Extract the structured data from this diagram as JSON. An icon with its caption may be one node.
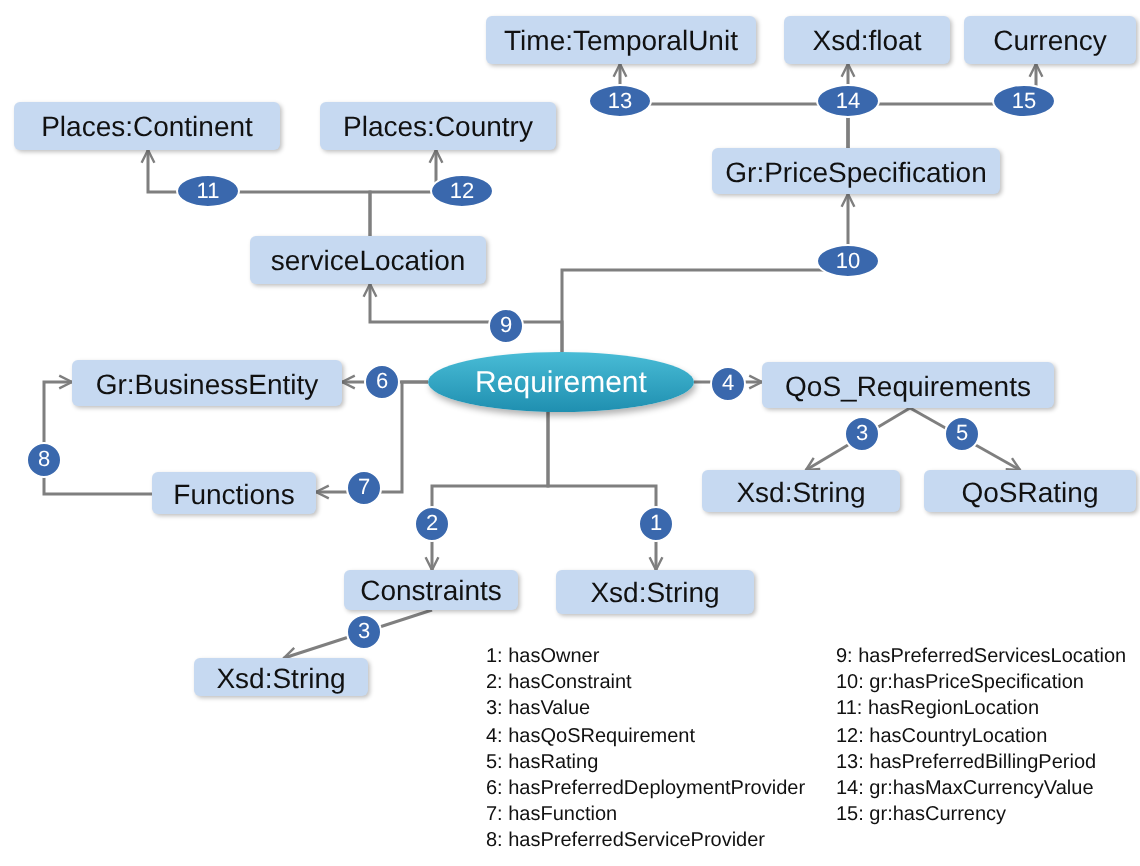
{
  "diagram": {
    "nodes": [
      {
        "text": [
          "Time:TemporalUnit"
        ]
      },
      {
        "text": [
          "Xsd:float"
        ]
      },
      {
        "text": [
          "Currency"
        ]
      },
      {
        "text": [
          "Places:Continent"
        ]
      },
      {
        "text": [
          "Places:Country"
        ]
      },
      {
        "text": [
          "Gr:PriceSpecification"
        ]
      },
      {
        "text": [
          "serviceLocation"
        ]
      },
      {
        "text": [
          "Requirement"
        ]
      },
      {
        "text": [
          "Gr:BusinessEntity"
        ]
      },
      {
        "text": [
          "QoS_Requirements"
        ]
      },
      {
        "text": [
          "Functions"
        ]
      },
      {
        "text": [
          "Xsd:String"
        ]
      },
      {
        "text": [
          "QoSRating"
        ]
      },
      {
        "text": [
          "Constraints"
        ]
      },
      {
        "text": [
          "Xsd:String"
        ]
      },
      {
        "text": [
          "Xsd:String"
        ]
      }
    ],
    "edges": [
      {
        "from": 7,
        "to": 14,
        "arrow": "to",
        "label": "1"
      },
      {
        "from": 7,
        "to": 13,
        "arrow": "to",
        "label": "2"
      },
      {
        "from": 13,
        "to": 15,
        "arrow": "to",
        "label": "3"
      },
      {
        "from": 7,
        "to": 9,
        "arrow": "to",
        "label": "4"
      },
      {
        "from": 9,
        "to": 12,
        "arrow": "to",
        "label": "5"
      },
      {
        "from": 9,
        "to": 11,
        "arrow": "to",
        "label": "3"
      },
      {
        "from": 7,
        "to": 8,
        "arrow": "to",
        "label": "6"
      },
      {
        "from": 7,
        "to": 10,
        "arrow": "to",
        "label": "7"
      },
      {
        "from": 10,
        "to": 8,
        "arrow": "to",
        "label": "8"
      },
      {
        "from": 7,
        "to": 6,
        "arrow": "to",
        "label": "9"
      },
      {
        "from": 7,
        "to": 5,
        "arrow": "to",
        "label": "10"
      },
      {
        "from": 6,
        "to": 3,
        "arrow": "to",
        "label": "11"
      },
      {
        "from": 6,
        "to": 4,
        "arrow": "to",
        "label": "12"
      },
      {
        "from": 5,
        "to": 0,
        "arrow": "to",
        "label": "13"
      },
      {
        "from": 5,
        "to": 1,
        "arrow": "to",
        "label": "14"
      },
      {
        "from": 5,
        "to": 2,
        "arrow": "to",
        "label": "15"
      }
    ],
    "labels": [
      "1: hasOwner",
      "2: hasConstraint",
      "3: hasValue",
      "4: hasQoSRequirement",
      "5: hasRating",
      "6: hasPreferredDeploymentProvider",
      "7: hasFunction",
      "8: hasPreferredServiceProvider",
      "9: hasPreferredServicesLocation",
      "10: gr:hasPriceSpecification",
      "11: hasRegionLocation",
      "12: hasCountryLocation",
      "13: hasPreferredBillingPeriod",
      "14: gr:hasMaxCurrencyValue",
      "15: gr:hasCurrency"
    ]
  }
}
